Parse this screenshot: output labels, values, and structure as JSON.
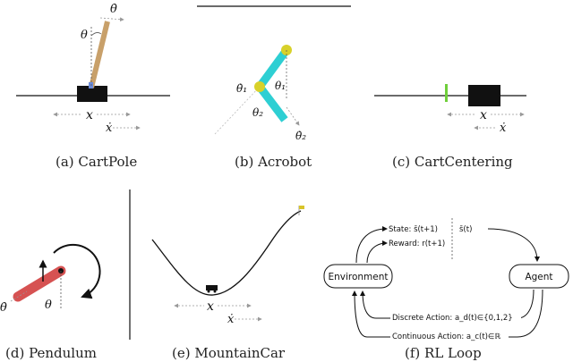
{
  "panels": {
    "cartpole": {
      "caption": "(a) CartPole",
      "labels": {
        "theta": "θ",
        "theta_dot": "θ̇",
        "x": "x",
        "x_dot": "ẋ"
      }
    },
    "acrobot": {
      "caption": "(b) Acrobot",
      "labels": {
        "theta1": "θ₁",
        "theta2": "θ₂",
        "theta1_dot": "θ̇₁",
        "theta2_dot": "θ̇₂"
      }
    },
    "cartcentering": {
      "caption": "(c) CartCentering",
      "labels": {
        "x": "x",
        "x_dot": "ẋ"
      }
    },
    "pendulum": {
      "caption": "(d) Pendulum",
      "labels": {
        "theta": "θ",
        "theta_dot": "θ̇"
      }
    },
    "mountaincar": {
      "caption": "(e) MountainCar",
      "labels": {
        "x": "x",
        "x_dot": "ẋ"
      }
    },
    "rlloop": {
      "caption": "(f) RL Loop",
      "environment": "Environment",
      "agent": "Agent",
      "state": "State: s̄(t+1)",
      "state_t": "s̄(t)",
      "reward": "Reward: r(t+1)",
      "discrete": "Discrete Action: a_d(t)∈{0,1,2}",
      "continuous": "Continuous Action: a_c(t)∈ℝ"
    }
  },
  "colors": {
    "pole": "#c8a06a",
    "link": "#2ecfd3",
    "joint": "#d8d12a",
    "pendulum": "#d65252",
    "marker": "#6fcf3a"
  }
}
